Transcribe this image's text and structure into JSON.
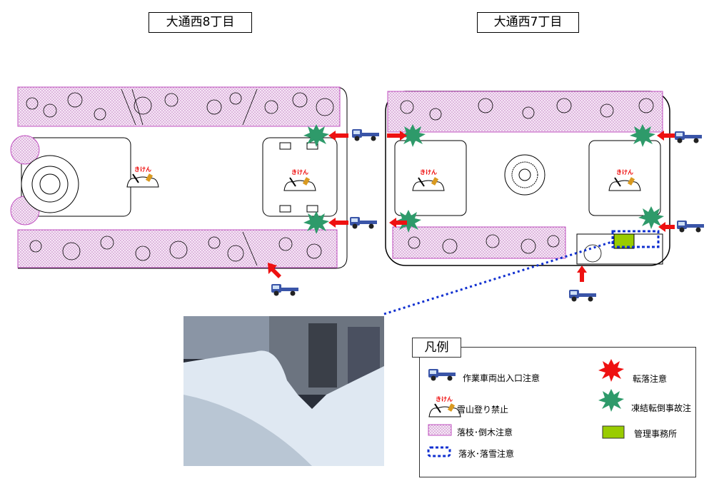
{
  "titles": {
    "west8": "大通西8丁目",
    "west7": "大通西7丁目"
  },
  "kiken_label": "きけん",
  "legend": {
    "title": "凡例",
    "items": [
      {
        "icon": "truck-icon",
        "label": "作業車両出入口注意"
      },
      {
        "icon": "snow-mountain-icon",
        "label": "雪山登り禁止"
      },
      {
        "icon": "pink-hatch-icon",
        "label": "落枝･倒木注意"
      },
      {
        "icon": "blue-dotted-icon",
        "label": "落氷･落雪注意"
      },
      {
        "icon": "red-burst-icon",
        "label": "転落注意"
      },
      {
        "icon": "green-burst-icon",
        "label": "凍結転倒事故注"
      },
      {
        "icon": "green-box-icon",
        "label": "管理事務所"
      }
    ]
  },
  "colors": {
    "pink": "#d070d0",
    "red": "#ee1111",
    "green": "#2e9a6a",
    "office": "#99cc00",
    "blue": "#1030d0"
  }
}
